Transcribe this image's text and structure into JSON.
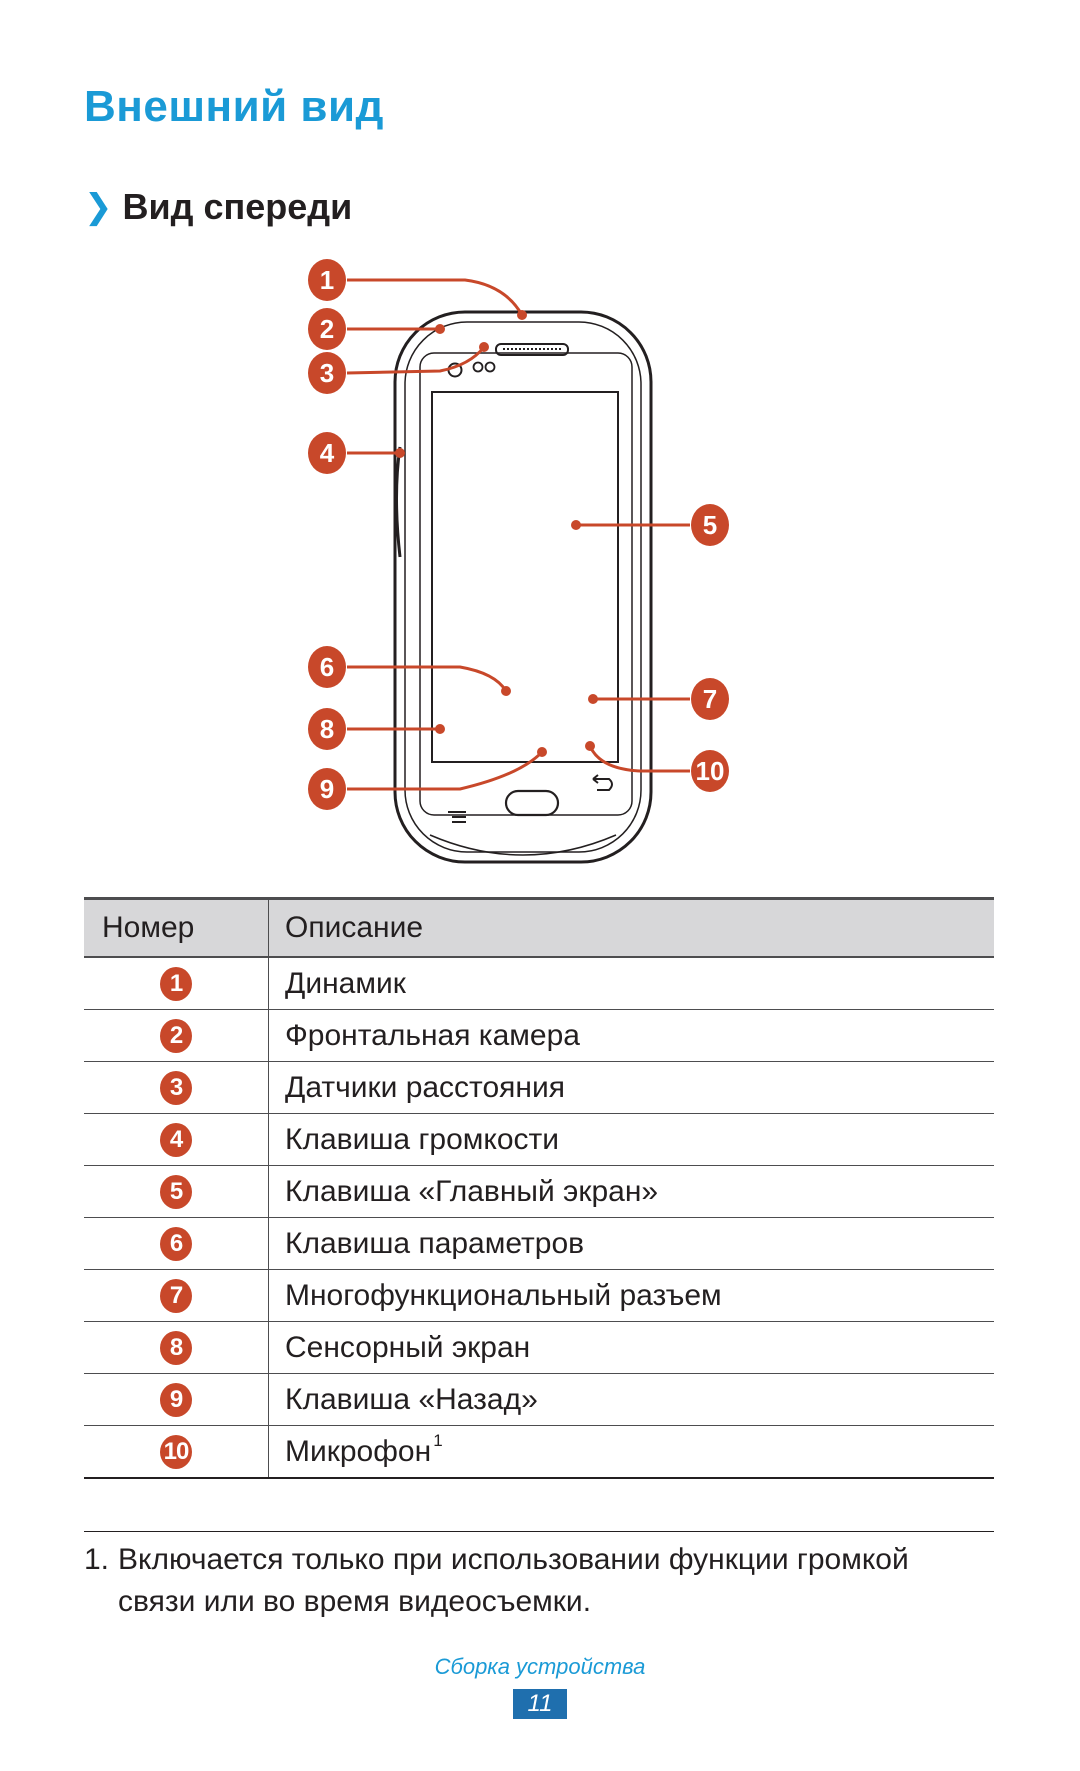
{
  "title": "Внешний вид",
  "subtitle": "Вид спереди",
  "subtitle_marker": "❯",
  "colors": {
    "accent": "#1a9ad6",
    "callout": "#c8482a",
    "table_header_bg": "#d7d7d9",
    "page_badge": "#1f6fae"
  },
  "callouts": [
    "1",
    "2",
    "3",
    "4",
    "5",
    "6",
    "7",
    "8",
    "9",
    "10"
  ],
  "table": {
    "headers": {
      "number": "Номер",
      "description": "Описание"
    },
    "rows": [
      {
        "num": "1",
        "desc": "Динамик"
      },
      {
        "num": "2",
        "desc": "Фронтальная камера"
      },
      {
        "num": "3",
        "desc": "Датчики расстояния"
      },
      {
        "num": "4",
        "desc": "Клавиша громкости"
      },
      {
        "num": "5",
        "desc": "Клавиша «Главный экран»"
      },
      {
        "num": "6",
        "desc": "Клавиша параметров"
      },
      {
        "num": "7",
        "desc": "Многофункциональный разъем"
      },
      {
        "num": "8",
        "desc": "Сенсорный экран"
      },
      {
        "num": "9",
        "desc": "Клавиша «Назад»"
      },
      {
        "num": "10",
        "desc": "Микрофон",
        "footnote_mark": "1"
      }
    ]
  },
  "footnote": {
    "num": "1.",
    "text": "Включается только при использовании функции громкой связи или во время видеосъемки."
  },
  "section_name": "Сборка устройства",
  "page_number": "11"
}
